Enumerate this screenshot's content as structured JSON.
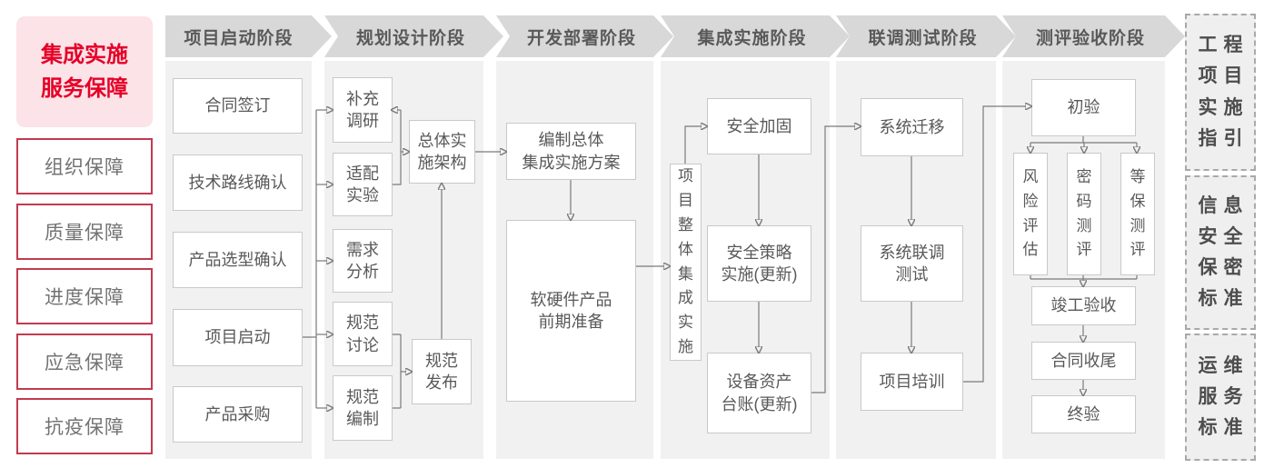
{
  "legend": {
    "title": "集成实施\n服务保障",
    "items": [
      "组织保障",
      "质量保障",
      "进度保障",
      "应急保障",
      "抗疫保障"
    ]
  },
  "phases": [
    {
      "label": "项目启动阶段",
      "boxes": [
        "合同签订",
        "技术路线确认",
        "产品选型确认",
        "项目启动",
        "产品采购"
      ]
    },
    {
      "label": "规划设计阶段",
      "boxes": [
        "补充\n调研",
        "适配\n实验",
        "需求\n分析",
        "规范\n讨论",
        "规范\n编制",
        "总体实\n施架构",
        "规范\n发布"
      ]
    },
    {
      "label": "开发部署阶段",
      "boxes": [
        "编制总体\n集成实施方案",
        "软硬件产品\n前期准备"
      ]
    },
    {
      "label": "集成实施阶段",
      "boxes": [
        "项\n目\n整\n体\n集\n成\n实\n施",
        "安全加固",
        "安全策略\n实施(更新)",
        "设备资产\n台账(更新)"
      ]
    },
    {
      "label": "联调测试阶段",
      "boxes": [
        "系统迁移",
        "系统联调\n测试",
        "项目培训"
      ]
    },
    {
      "label": "测评验收阶段",
      "boxes": [
        "初验",
        "风\n险\n评\n估",
        "密\n码\n测\n评",
        "等\n保\n测\n评",
        "竣工验收",
        "合同收尾",
        "终验"
      ]
    }
  ],
  "standards": [
    "工程\n项目\n实施\n指引",
    "信息\n安全\n保密\n标准",
    "运维\n服务\n标准"
  ],
  "colors": {
    "accent_red": "#e60027",
    "legend_border_red": "#c23a50",
    "legend_pink_bg": "#fbe3e8",
    "banner_gray": "#d8d8d8",
    "panel_gray": "#f1f1f1",
    "node_border": "#c9c9c9",
    "text_gray": "#595959",
    "line_gray": "#7a7a7a"
  }
}
